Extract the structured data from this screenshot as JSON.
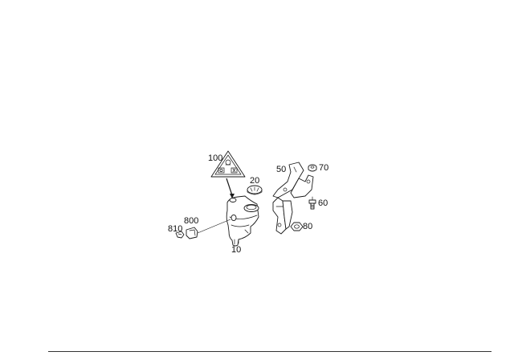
{
  "diagram": {
    "callouts": {
      "c10": "10",
      "c20": "20",
      "c50": "50",
      "c60": "60",
      "c70": "70",
      "c80": "80",
      "c100": "100",
      "c800": "800",
      "c810": "810"
    },
    "parts": [
      "coolant-expansion-tank",
      "tank-cap",
      "mounting-bracket",
      "bolt",
      "rubber-grommet",
      "nut",
      "warning-label",
      "level-sensor",
      "sensor-clip"
    ],
    "colors": {
      "line": "#1a1a1a",
      "background": "#ffffff",
      "footer_rule": "#333333"
    }
  }
}
